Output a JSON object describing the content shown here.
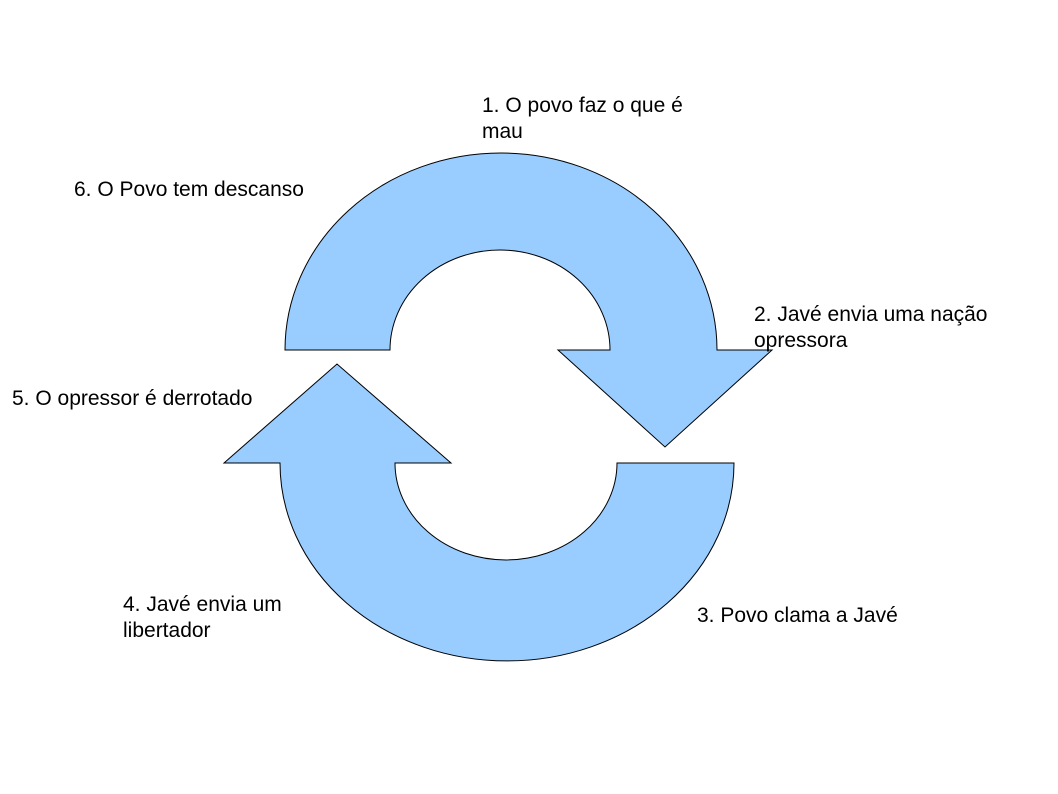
{
  "diagram": {
    "type": "cycle",
    "colors": {
      "arrow_fill": "#99CCFF",
      "arrow_stroke": "#000000",
      "text": "#000000",
      "background": "#FFFFFF"
    },
    "steps": [
      {
        "label": "1. O povo faz o que é\nmau"
      },
      {
        "label": "2. Javé envia uma nação\nopressora"
      },
      {
        "label": "3. Povo clama a Javé"
      },
      {
        "label": "4. Javé envia um\nlibertador"
      },
      {
        "label": "5. O opressor é derrotado"
      },
      {
        "label": "6. O Povo tem descanso"
      }
    ]
  }
}
